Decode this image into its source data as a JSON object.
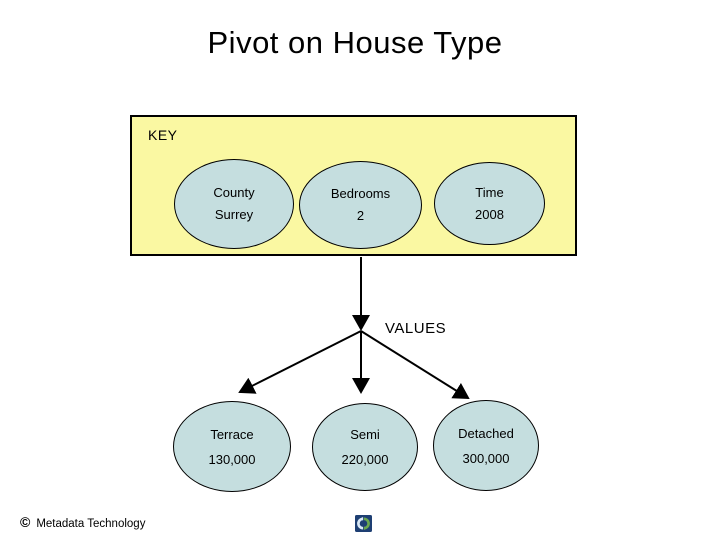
{
  "slide": {
    "title": "Pivot on House Type",
    "key_box": {
      "label": "KEY",
      "ellipses": [
        {
          "line1": "County",
          "line2": "Surrey"
        },
        {
          "line1": "Bedrooms",
          "line2": "2"
        },
        {
          "line1": "Time",
          "line2": "2008"
        }
      ]
    },
    "values_label": "VALUES",
    "result_ellipses": [
      {
        "line1": "Terrace",
        "line2": "130,000"
      },
      {
        "line1": "Semi",
        "line2": "220,000"
      },
      {
        "line1": "Detached",
        "line2": "300,000"
      }
    ],
    "footer": {
      "copyright_symbol": "©",
      "copyright_text": "Metadata Technology"
    },
    "icons": {
      "logo": "metadata-technology-logo"
    },
    "colors": {
      "key_box_fill": "#faf8a2",
      "ellipse_fill": "#c5dedf",
      "outline": "#000000",
      "logo_navy": "#1e3f73",
      "logo_green": "#6ba84f",
      "logo_light": "#d9e8f5"
    }
  }
}
